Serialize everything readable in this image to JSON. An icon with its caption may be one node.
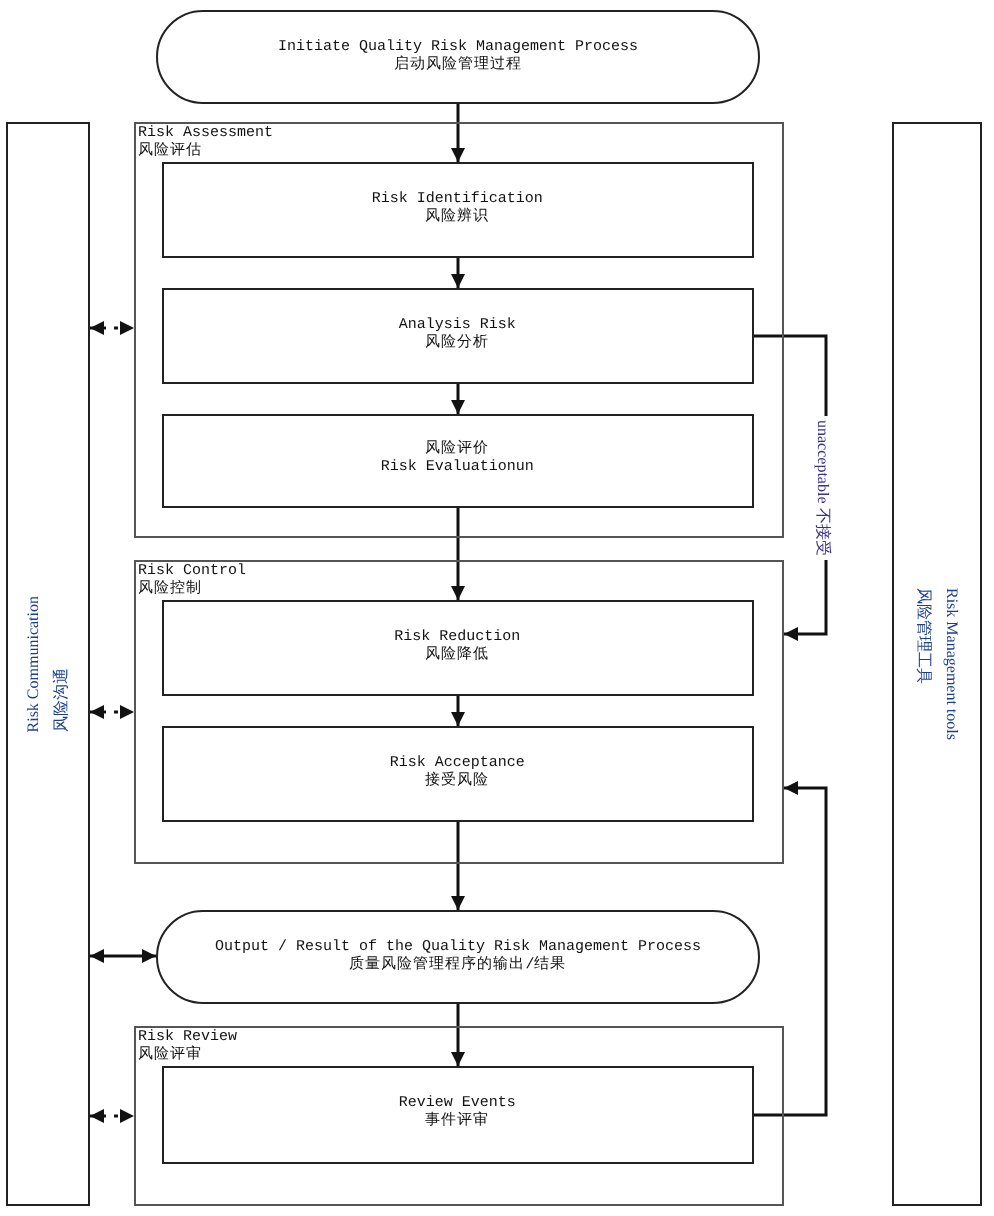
{
  "diagram": {
    "nodes": [
      {
        "text": [
          "Initiate Quality Risk Management Process",
          "启动风险管理过程"
        ]
      },
      {
        "text": [
          "Risk Communication",
          "风险沟通"
        ]
      },
      {
        "text": [
          "Risk Assessment",
          "风险评估"
        ]
      },
      {
        "text": [
          "Risk Identification",
          "风险辨识"
        ],
        "in": 2
      },
      {
        "text": [
          "Analysis Risk",
          "风险分析"
        ],
        "in": 2
      },
      {
        "text": [
          "风险评价",
          "Risk Evaluationun"
        ],
        "in": 2
      },
      {
        "text": [
          "Risk Control",
          "风险控制"
        ]
      },
      {
        "text": [
          "Risk Reduction",
          "风险降低"
        ],
        "in": 6
      },
      {
        "text": [
          "Risk Acceptance",
          "接受风险"
        ],
        "in": 6
      },
      {
        "text": [
          "Output / Result of the Quality Risk Management Process",
          "质量风险管理程序的输出/结果"
        ]
      },
      {
        "text": [
          "Risk Review",
          "风险评审"
        ]
      },
      {
        "text": [
          "Review Events",
          "事件评审"
        ],
        "in": 10
      },
      {
        "text": [
          "Risk Management tools",
          "风险管理工具"
        ]
      }
    ],
    "edges": [
      {
        "from": 0,
        "to": 3,
        "arrow": "to"
      },
      {
        "from": 3,
        "to": 4,
        "arrow": "to"
      },
      {
        "from": 4,
        "to": 5,
        "arrow": "to"
      },
      {
        "from": 5,
        "to": 7,
        "arrow": "to"
      },
      {
        "from": 7,
        "to": 8,
        "arrow": "to"
      },
      {
        "from": 8,
        "to": 9,
        "arrow": "to"
      },
      {
        "from": 9,
        "to": 11,
        "arrow": "to"
      },
      {
        "from": 4,
        "to": 6,
        "arrow": "to",
        "label": "unacceptable 不接受"
      },
      {
        "from": 11,
        "to": 6,
        "arrow": "to"
      },
      {
        "from": 1,
        "to": 2,
        "arrow": "both",
        "style": "dashed"
      },
      {
        "from": 1,
        "to": 6,
        "arrow": "both",
        "style": "dashed"
      },
      {
        "from": 1,
        "to": 9,
        "arrow": "both"
      },
      {
        "from": 1,
        "to": 10,
        "arrow": "both",
        "style": "dashed"
      }
    ]
  }
}
